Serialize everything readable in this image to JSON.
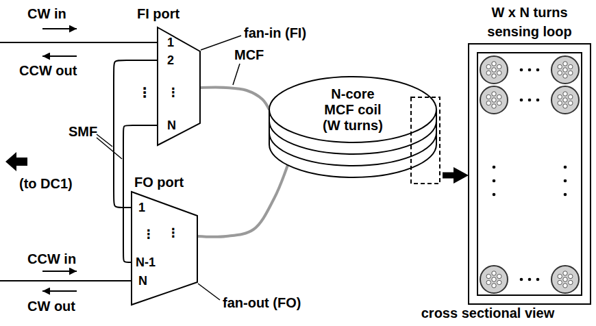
{
  "diagram": {
    "nodes": [
      {
        "text": [
          "1",
          "2",
          "⋮",
          "N"
        ]
      },
      {
        "text": [
          "N-core MCF coil (W turns)"
        ]
      },
      {
        "text": [
          "W x N turns sensing loop",
          "cross sectional view"
        ]
      },
      {
        "text": [
          "1",
          "⋮",
          "⋮",
          "N-1",
          "N"
        ]
      }
    ],
    "edges": [
      {
        "from": 0,
        "to": 1,
        "arrow": "none"
      },
      {
        "from": 1,
        "to": 3,
        "arrow": "none"
      },
      {
        "from": 0,
        "to": 3,
        "arrow": "none"
      },
      {
        "from": 0,
        "to": 3,
        "arrow": "none"
      },
      {
        "from": 1,
        "to": 2,
        "arrow": "to"
      }
    ],
    "labels": [
      "CW in",
      "FI port",
      "fan-in (FI)",
      "CCW out",
      "MCF",
      "⋮",
      "SMF",
      "(to DC1)",
      "FO port",
      "CCW in",
      "CW out",
      "fan-out (FO)"
    ]
  }
}
